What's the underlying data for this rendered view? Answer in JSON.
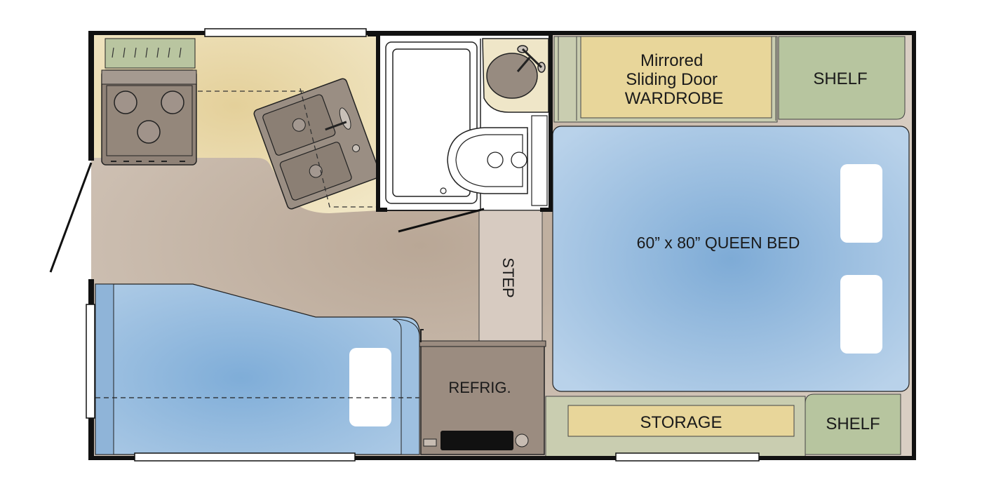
{
  "labels": {
    "wardrobe_line1": "Mirrored",
    "wardrobe_line2": "Sliding Door",
    "wardrobe_line3": "WARDROBE",
    "shelf_top": "SHELF",
    "shelf_bottom": "SHELF",
    "bed": "60” x 80” QUEEN BED",
    "step": "STEP",
    "fridge": "REFRIG.",
    "storage": "STORAGE"
  },
  "colors": {
    "wall": "#111111",
    "kitchen_counter": "#ebdba6",
    "floor": "#cdbfb0",
    "bed_blue": "#8cb4d8",
    "bed_blue_light": "#b2cde6",
    "cabinet_green": "#b7c59f",
    "wardrobe_tan": "#e8d69a",
    "appliance_gray": "#9b8c80",
    "bath_white": "#ffffff"
  }
}
